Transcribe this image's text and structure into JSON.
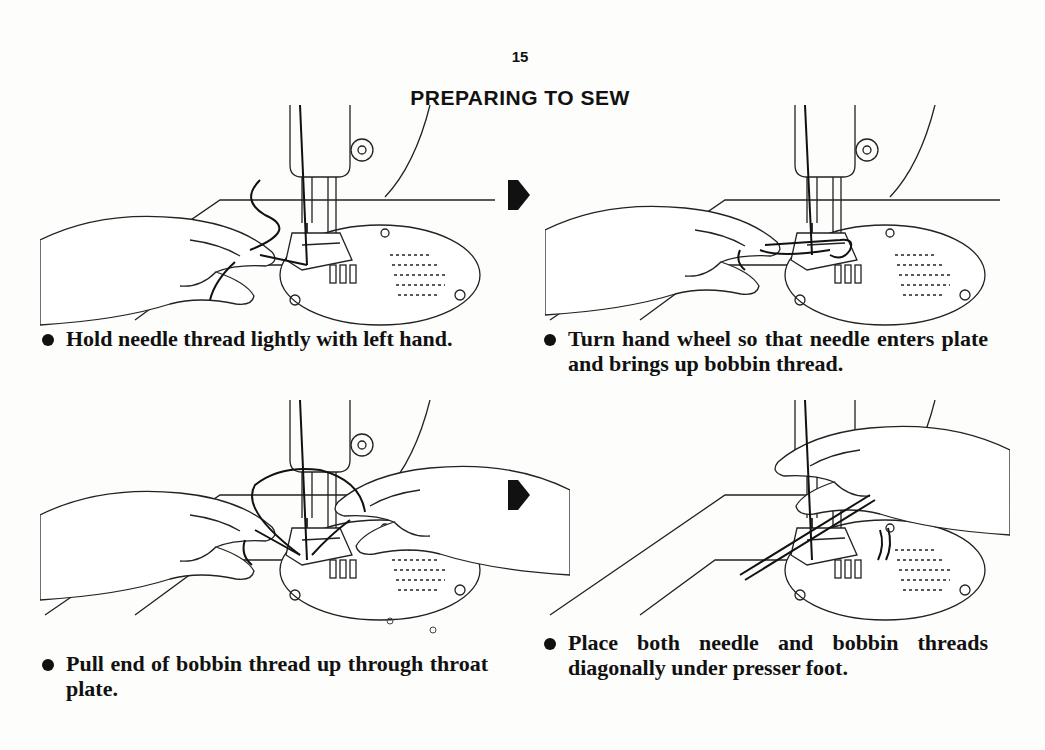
{
  "diagram": {
    "title": "PREPARING TO SEW",
    "labels": [
      "15",
      "Hold needle thread lightly with left hand.",
      "Turn hand wheel so that needle enters plate and brings up bobbin thread.",
      "Pull end of bobbin thread up through throat plate.",
      "Place both needle and bobbin threads diagonally under presser foot."
    ]
  }
}
